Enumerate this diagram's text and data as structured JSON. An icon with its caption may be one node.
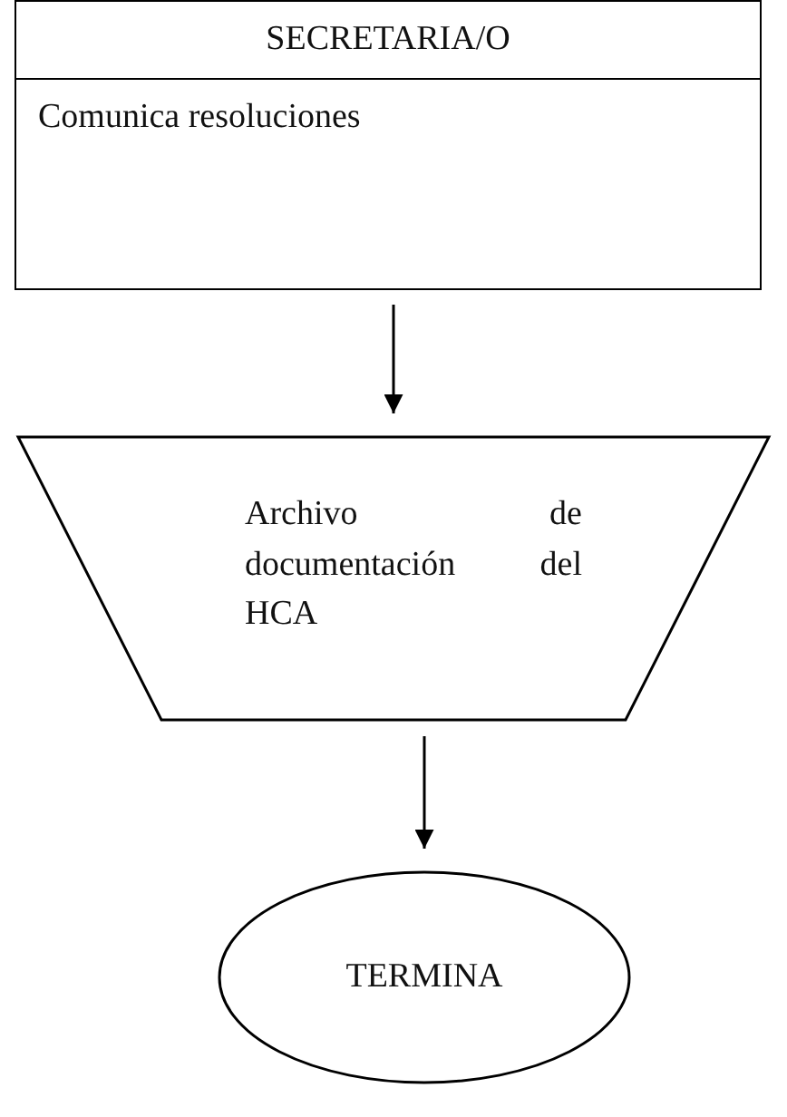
{
  "diagram": {
    "nodes": [
      {
        "text": [
          "SECRETARIA/O",
          "Comunica resoluciones"
        ]
      },
      {
        "text": [
          "Archivo de documentación del HCA"
        ]
      },
      {
        "text": [
          "TERMINA"
        ]
      }
    ],
    "edges": [
      {
        "from": 0,
        "to": 1,
        "arrow": "to"
      },
      {
        "from": 1,
        "to": 2,
        "arrow": "to"
      }
    ]
  }
}
